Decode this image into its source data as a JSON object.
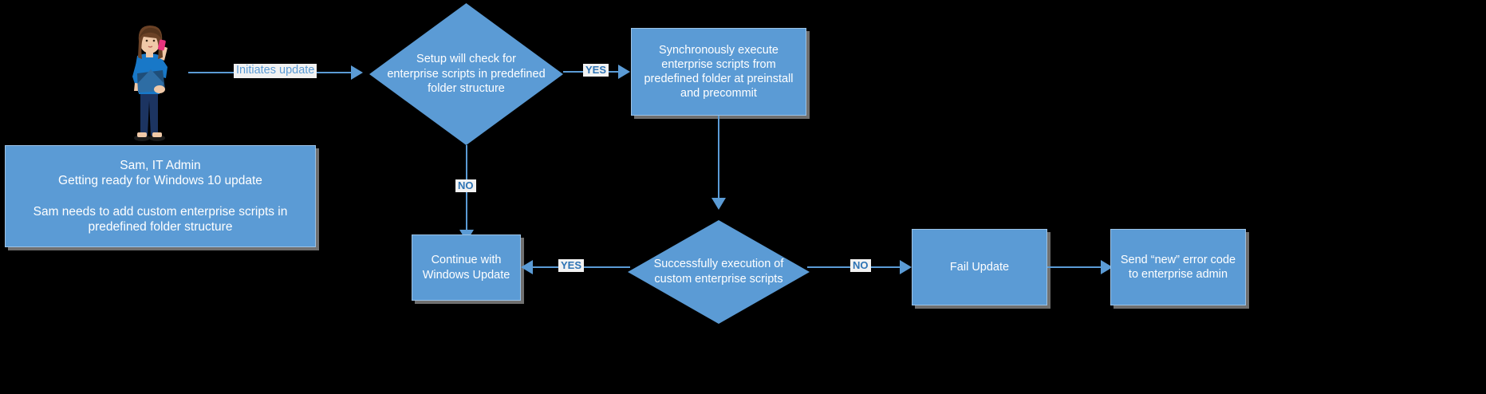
{
  "diagram": {
    "title": "Windows 10 update enterprise scripts flow",
    "background_color": "#000000",
    "shape_fill": "#5B9BD5",
    "shape_border": "#9DC3E6",
    "text_color": "#FFFFFF",
    "edge_label_color": "#2E74B5"
  },
  "actor": {
    "name": "it-admin-illustration",
    "description": "woman on phone holding folder",
    "hair_color": "#6B4226",
    "shirt_color": "#1878C8",
    "pants_color": "#1C3461",
    "skin_color": "#F0C9A8",
    "phone_color": "#E8337D",
    "folder_color": "#1F4E79"
  },
  "nodes": {
    "persona_box": {
      "label": "Sam, IT Admin\nGetting ready for Windows 10 update\n\nSam needs to add custom enterprise scripts in\npredefined folder structure",
      "type": "process"
    },
    "check_scripts_decision": {
      "label": "Setup will check for\nenterprise scripts in predefined\nfolder structure",
      "type": "decision"
    },
    "execute_scripts": {
      "label": "Synchronously execute\nenterprise scripts from\npredefined folder at preinstall\nand precommit",
      "type": "process"
    },
    "execution_success_decision": {
      "label": "Successfully execution of\ncustom enterprise scripts",
      "type": "decision"
    },
    "continue_update": {
      "label": "Continue with\nWindows Update",
      "type": "process"
    },
    "fail_update": {
      "label": "Fail Update",
      "type": "process"
    },
    "send_error_code": {
      "label": "Send “new” error code\nto enterprise admin",
      "type": "process"
    }
  },
  "edges": {
    "initiates_update": {
      "label": "Initiates update"
    },
    "check_yes": {
      "label": "YES"
    },
    "check_no": {
      "label": "NO"
    },
    "success_yes": {
      "label": "YES"
    },
    "success_no": {
      "label": "NO"
    }
  }
}
